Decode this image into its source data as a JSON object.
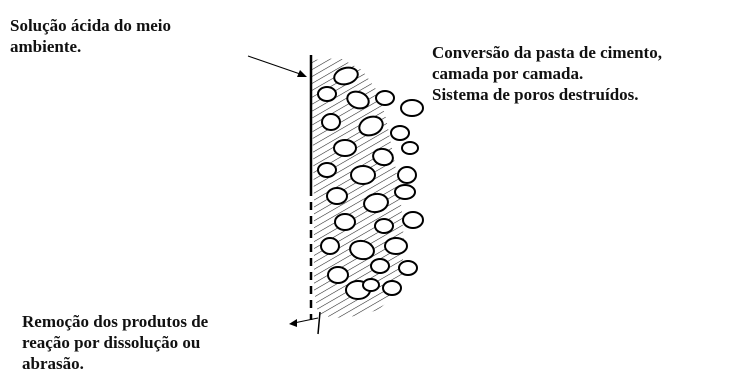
{
  "labels": {
    "acid_solution": [
      "Solução ácida do meio",
      "ambiente."
    ],
    "conversion": [
      "Conversão da pasta de cimento,",
      "camada por camada.",
      "Sistema de poros destruídos."
    ],
    "removal": [
      "Remoção dos produtos de",
      "reação por dissolução ou",
      "abrasão."
    ]
  }
}
